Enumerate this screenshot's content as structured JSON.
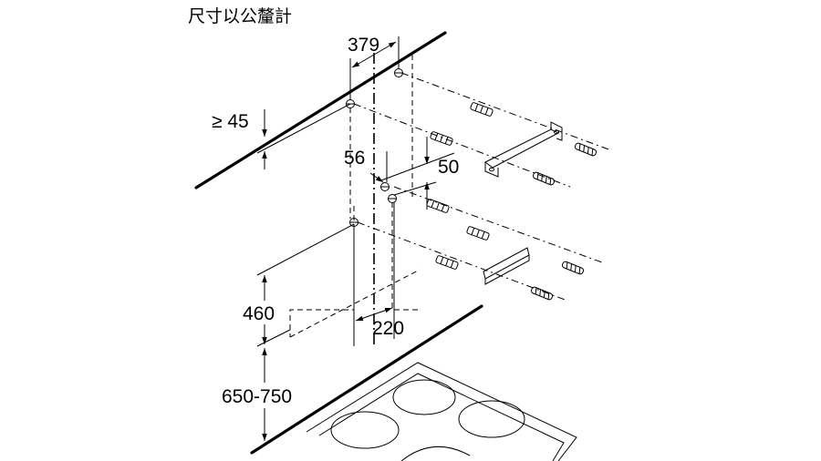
{
  "title": "尺寸以公釐計",
  "dimensions": {
    "hole_spacing": "379",
    "ceiling_gap": "≥ 45",
    "bracket_offset_a": "56",
    "bracket_offset_b": "50",
    "chimney_height": "460",
    "bracket_width": "220",
    "mounting_height": "650-750"
  }
}
